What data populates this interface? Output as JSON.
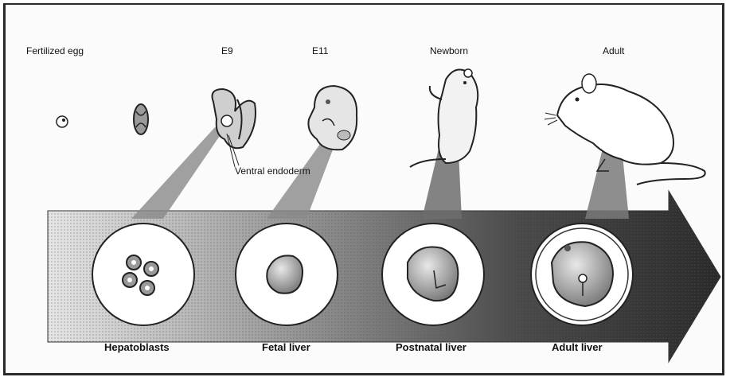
{
  "stages": {
    "fertilized_egg": "Fertilized egg",
    "e9": "E9",
    "e11": "E11",
    "newborn": "Newborn",
    "adult": "Adult"
  },
  "annotation": {
    "ventral_endoderm": "Ventral endoderm"
  },
  "liver_stages": {
    "hepatoblasts": "Hepatoblasts",
    "fetal_liver": "Fetal liver",
    "postnatal_liver": "Postnatal liver",
    "adult_liver": "Adult liver"
  },
  "colors": {
    "arrow_dark": "#3a3a3a",
    "arrow_light": "#d9d9d9",
    "cone": "#8a8a8a",
    "outline": "#1a1a1a"
  }
}
